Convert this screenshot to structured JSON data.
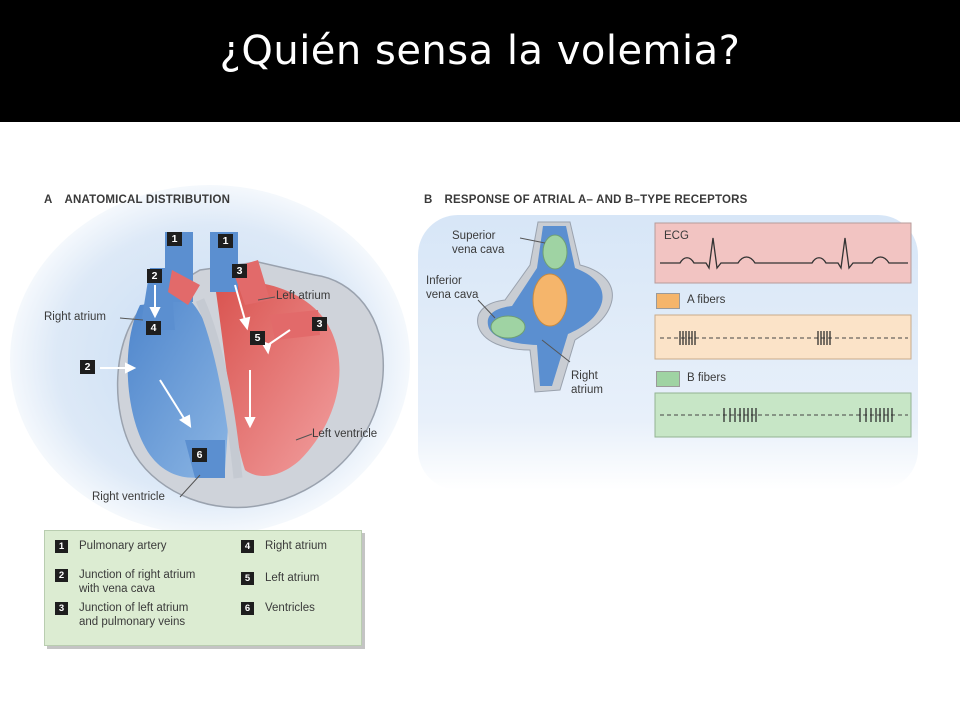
{
  "slide": {
    "title": "¿Quién sensa la volemia?"
  },
  "panel_a": {
    "letter": "A",
    "heading": "ANATOMICAL DISTRIBUTION",
    "labels": {
      "right_atrium": "Right atrium",
      "left_atrium": "Left atrium",
      "left_ventricle": "Left ventricle",
      "right_ventricle": "Right ventricle"
    },
    "markers": [
      "1",
      "1",
      "2",
      "2",
      "3",
      "3",
      "4",
      "5",
      "6"
    ],
    "legend": [
      {
        "num": "1",
        "text": "Pulmonary artery"
      },
      {
        "num": "2",
        "text": "Junction of right atrium",
        "text2": "with vena cava"
      },
      {
        "num": "3",
        "text": "Junction of left atrium",
        "text2": "and pulmonary veins"
      },
      {
        "num": "4",
        "text": "Right atrium"
      },
      {
        "num": "5",
        "text": "Left atrium"
      },
      {
        "num": "6",
        "text": "Ventricles"
      }
    ]
  },
  "panel_b": {
    "letter": "B",
    "heading": "RESPONSE OF ATRIAL A– AND B–TYPE RECEPTORS",
    "labels": {
      "superior_1": "Superior",
      "superior_2": "vena cava",
      "inferior_1": "Inferior",
      "inferior_2": "vena cava",
      "right_atrium_1": "Right",
      "right_atrium_2": "atrium"
    },
    "traces": {
      "ecg": "ECG",
      "a_fibers": "A fibers",
      "b_fibers": "B fibers"
    }
  },
  "colors": {
    "venous_blue": "#5b8fd0",
    "arterial_red": "#e26a6a",
    "a_fiber_orange": "#f5b56b",
    "b_fiber_green": "#9fd3a3",
    "ecg_pink": "#f2c4c2",
    "legend_green": "#dcecd2"
  }
}
